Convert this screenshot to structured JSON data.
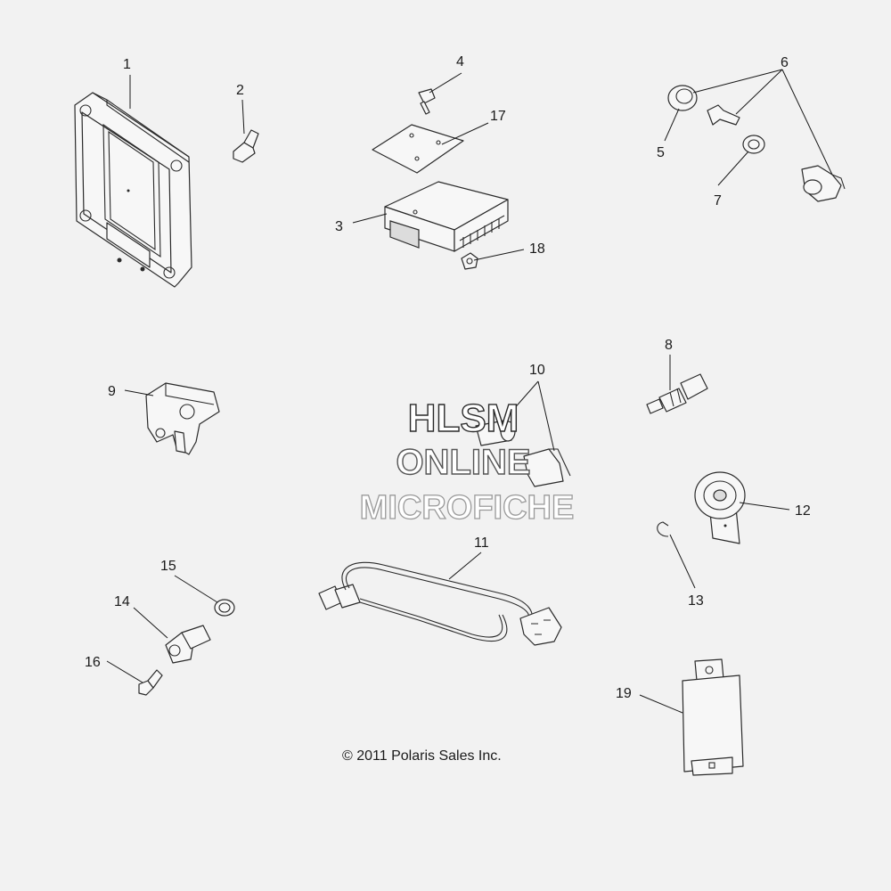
{
  "callouts": {
    "c1": "1",
    "c2": "2",
    "c3": "3",
    "c4": "4",
    "c5": "5",
    "c6": "6",
    "c7": "7",
    "c8": "8",
    "c9": "9",
    "c10": "10",
    "c11": "11",
    "c12": "12",
    "c13": "13",
    "c14": "14",
    "c15": "15",
    "c16": "16",
    "c17": "17",
    "c18": "18",
    "c19": "19"
  },
  "watermark": {
    "line1": "HLSM",
    "line2": "ONLINE",
    "line3": "MICROFICHE"
  },
  "copyright": "© 2011 Polaris Sales Inc."
}
